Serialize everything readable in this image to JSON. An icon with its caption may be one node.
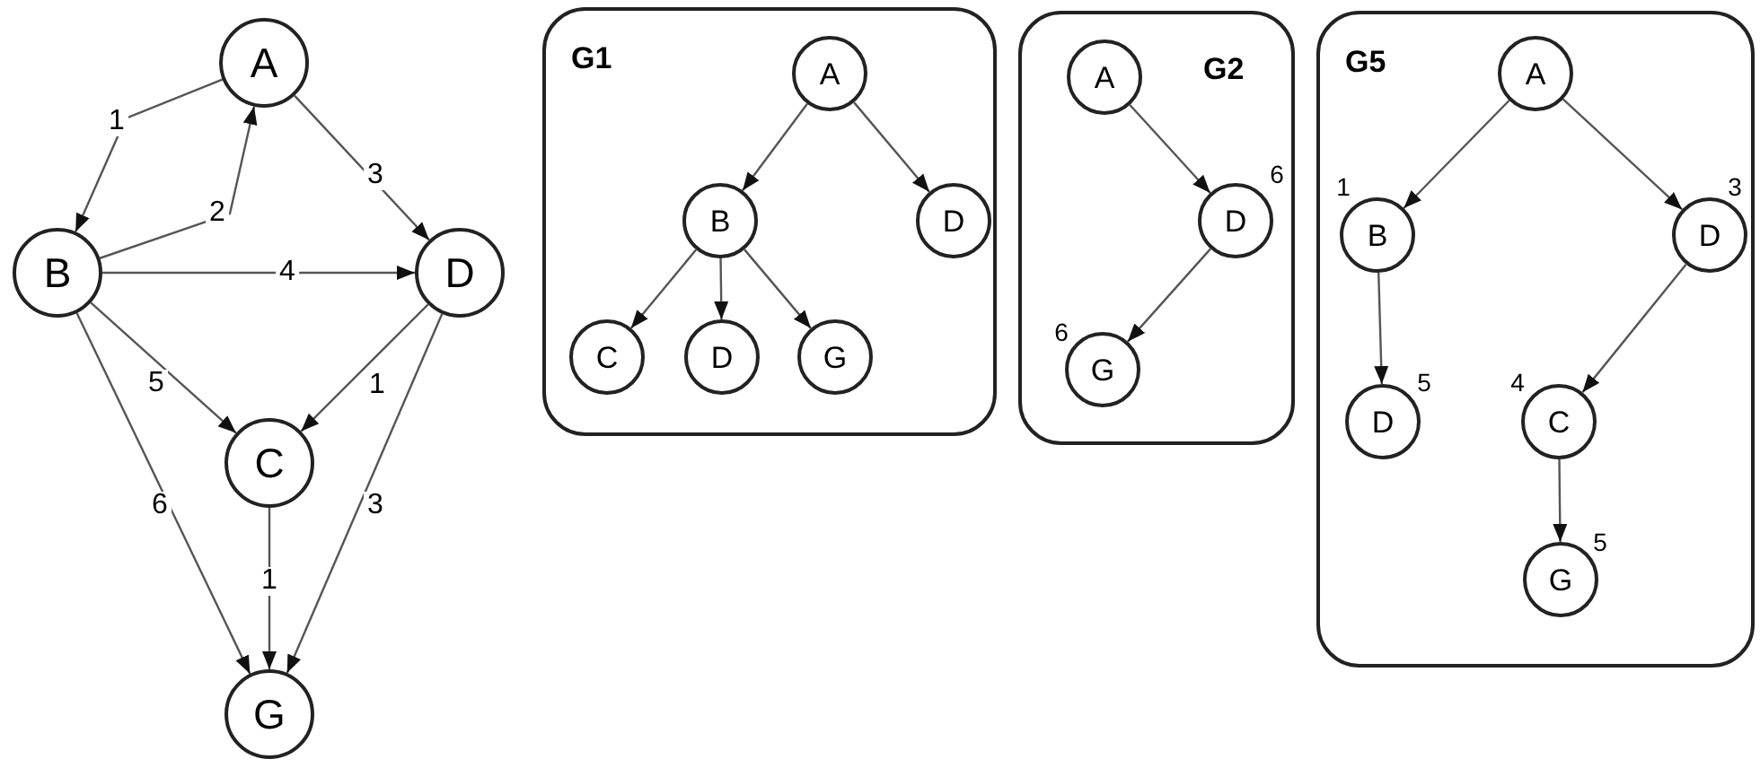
{
  "diagram": {
    "nodes": [
      {
        "text": [
          "A"
        ]
      },
      {
        "text": [
          "B"
        ]
      },
      {
        "text": [
          "D"
        ]
      },
      {
        "text": [
          "C"
        ]
      },
      {
        "text": [
          "G"
        ]
      },
      {
        "text": [
          "G1"
        ]
      },
      {
        "text": [
          "A"
        ],
        "in": 5
      },
      {
        "text": [
          "B"
        ],
        "in": 5
      },
      {
        "text": [
          "D"
        ],
        "in": 5
      },
      {
        "text": [
          "C"
        ],
        "in": 5
      },
      {
        "text": [
          "D"
        ],
        "in": 5
      },
      {
        "text": [
          "G"
        ],
        "in": 5
      },
      {
        "text": [
          "G2"
        ]
      },
      {
        "text": [
          "A"
        ],
        "in": 12
      },
      {
        "text": [
          "D"
        ],
        "in": 12,
        "beside": [
          "6"
        ]
      },
      {
        "text": [
          "G"
        ],
        "in": 12,
        "beside": [
          "6"
        ]
      },
      {
        "text": [
          "G5"
        ]
      },
      {
        "text": [
          "A"
        ],
        "in": 16
      },
      {
        "text": [
          "B"
        ],
        "in": 16,
        "beside": [
          "1"
        ]
      },
      {
        "text": [
          "D"
        ],
        "in": 16,
        "beside": [
          "3"
        ]
      },
      {
        "text": [
          "D"
        ],
        "in": 16,
        "beside": [
          "5"
        ]
      },
      {
        "text": [
          "C"
        ],
        "in": 16,
        "beside": [
          "4"
        ]
      },
      {
        "text": [
          "G"
        ],
        "in": 16,
        "beside": [
          "5"
        ]
      }
    ],
    "edges": [
      {
        "from": 0,
        "to": 1,
        "arrow": "to",
        "label": "1"
      },
      {
        "from": 1,
        "to": 0,
        "arrow": "to",
        "label": "2"
      },
      {
        "from": 0,
        "to": 2,
        "arrow": "to",
        "label": "3"
      },
      {
        "from": 1,
        "to": 2,
        "arrow": "to",
        "label": "4"
      },
      {
        "from": 1,
        "to": 3,
        "arrow": "to",
        "label": "5"
      },
      {
        "from": 2,
        "to": 3,
        "arrow": "to",
        "label": "1"
      },
      {
        "from": 1,
        "to": 4,
        "arrow": "to",
        "label": "6"
      },
      {
        "from": 2,
        "to": 4,
        "arrow": "to",
        "label": "3"
      },
      {
        "from": 3,
        "to": 4,
        "arrow": "to",
        "label": "1"
      },
      {
        "from": 6,
        "to": 7,
        "arrow": "to"
      },
      {
        "from": 6,
        "to": 8,
        "arrow": "to"
      },
      {
        "from": 7,
        "to": 9,
        "arrow": "to"
      },
      {
        "from": 7,
        "to": 10,
        "arrow": "to"
      },
      {
        "from": 7,
        "to": 11,
        "arrow": "to"
      },
      {
        "from": 13,
        "to": 14,
        "arrow": "to"
      },
      {
        "from": 14,
        "to": 15,
        "arrow": "to"
      },
      {
        "from": 17,
        "to": 18,
        "arrow": "to"
      },
      {
        "from": 17,
        "to": 19,
        "arrow": "to"
      },
      {
        "from": 18,
        "to": 20,
        "arrow": "to"
      },
      {
        "from": 19,
        "to": 21,
        "arrow": "to"
      },
      {
        "from": 21,
        "to": 22,
        "arrow": "to"
      }
    ]
  }
}
